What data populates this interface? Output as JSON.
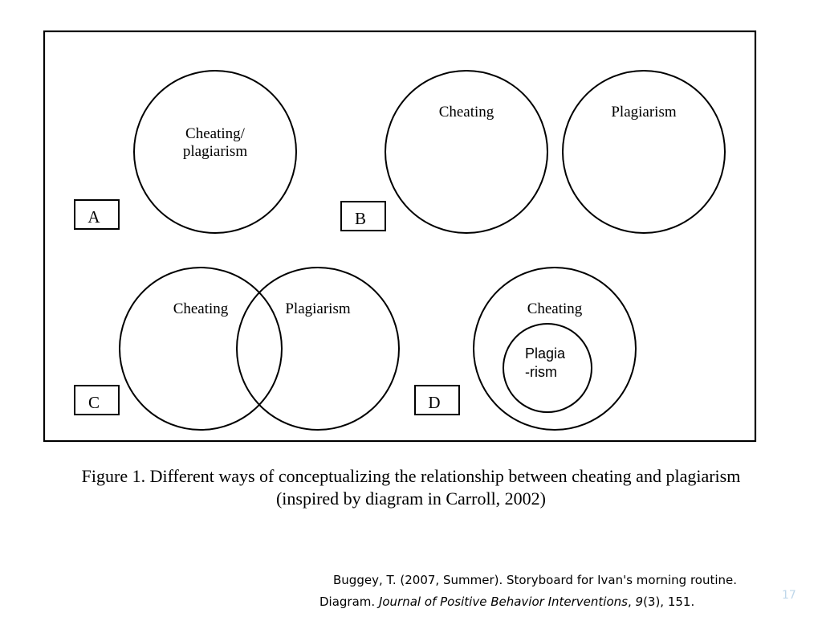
{
  "diagram": {
    "panel_a": {
      "letter": "A",
      "circle_label_line1": "Cheating/",
      "circle_label_line2": "plagiarism"
    },
    "panel_b": {
      "letter": "B",
      "left_circle_label": "Cheating",
      "right_circle_label": "Plagiarism"
    },
    "panel_c": {
      "letter": "C",
      "left_circle_label": "Cheating",
      "right_circle_label": "Plagiarism"
    },
    "panel_d": {
      "letter": "D",
      "outer_circle_label": "Cheating",
      "inner_circle_label_line1": "Plagia",
      "inner_circle_label_line2": "-rism"
    }
  },
  "caption": {
    "line1": "Figure 1.  Different ways of conceptualizing the relationship between cheating and plagiarism",
    "line2": "(inspired by diagram in Carroll, 2002)"
  },
  "citation": {
    "line1": "Buggey, T. (2007, Summer). Storyboard for Ivan's morning routine.",
    "line2_prefix": "Diagram. ",
    "journal": "Journal of Positive Behavior   Interventions",
    "line2_sep": ", ",
    "volume": "9",
    "issue_pages": "(3), 151."
  },
  "page_number": "17",
  "colors": {
    "stroke": "#000000",
    "page_number": "#bfd7ea"
  }
}
